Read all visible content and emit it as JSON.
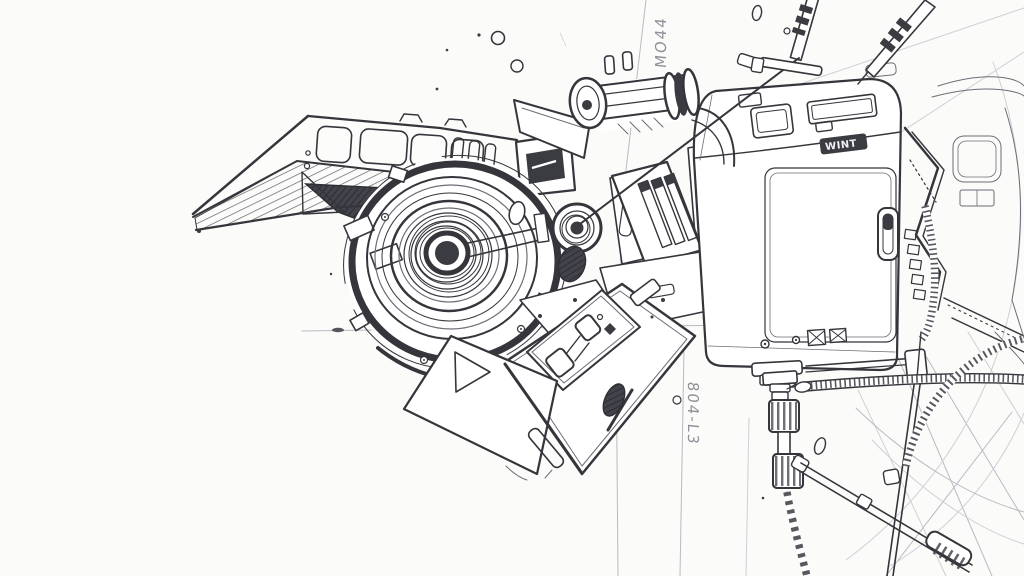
{
  "artwork": {
    "type": "pencil concept sketch",
    "subject": "sci-fi mechanical module: lens unit, solar panel wing, box housing, antennas, cables",
    "colors": {
      "background": "#fbfbfa",
      "ink": "#35353b",
      "dark_fill": "#3b3b42",
      "construction_line": "#b9bac2",
      "annotation": "#85858e"
    },
    "annotations": {
      "top_vertical_note": "MO44",
      "bottom_vertical_note": "804-L3",
      "box_marking": "WINT"
    }
  }
}
